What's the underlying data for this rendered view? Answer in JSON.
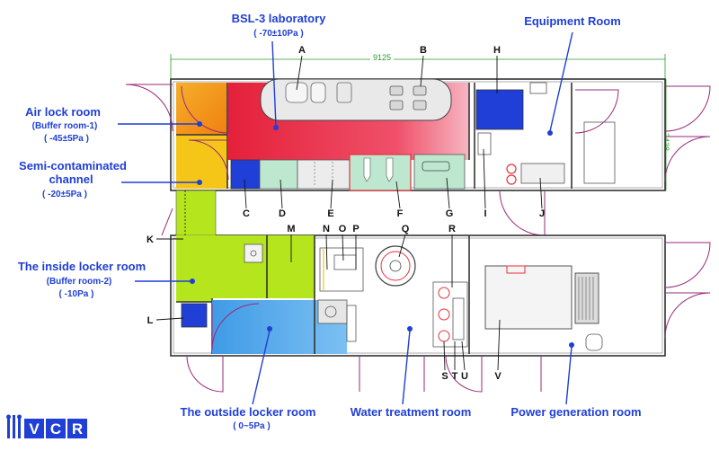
{
  "rooms": {
    "bsl3": {
      "title": "BSL-3 laboratory",
      "pressure": "( -70±10Pa )"
    },
    "equipment": {
      "title": "Equipment Room"
    },
    "airlock": {
      "title": "Air lock room",
      "sub": "(Buffer room-1)",
      "pressure": "( -45±5Pa )"
    },
    "semi": {
      "title1": "Semi-contaminated",
      "title2": "channel",
      "pressure": "( -20±5Pa )"
    },
    "inside_locker": {
      "title": "The inside locker room",
      "sub": "(Buffer room-2)",
      "pressure": "( -10Pa )"
    },
    "outside_locker": {
      "title": "The outside locker room",
      "pressure": "( 0~5Pa )"
    },
    "water": {
      "title": "Water treatment room"
    },
    "power": {
      "title": "Power generation room"
    }
  },
  "dimensions": {
    "length": "9125",
    "width": "2438"
  },
  "equipment_letters": [
    "A",
    "B",
    "C",
    "D",
    "E",
    "F",
    "G",
    "H",
    "I",
    "J",
    "K",
    "L",
    "M",
    "N",
    "O",
    "P",
    "Q",
    "R",
    "S",
    "T",
    "U",
    "V"
  ],
  "logo": {
    "text": "VCR"
  },
  "colors": {
    "label_blue": "#1f3fd6",
    "bsl3_red": "#e8303a",
    "airlock_orange": "#f29a1c",
    "semi_yellow": "#f5c518",
    "inside_locker_green": "#b5e61d",
    "outside_locker_blue": "#4da6e8",
    "cabinet_navy": "#1f3fd6",
    "bench_mint": "#bde8cf",
    "dimension_green": "#2a9a2a"
  }
}
